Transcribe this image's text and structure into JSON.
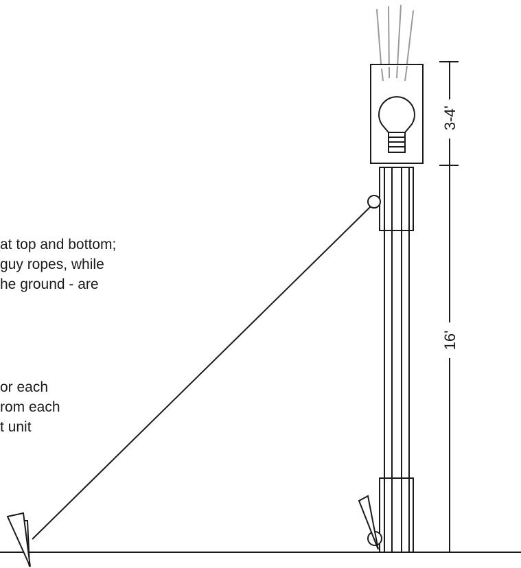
{
  "paragraph_1": {
    "lines": [
      "at top and bottom;",
      "guy ropes, while",
      "he ground - are"
    ]
  },
  "paragraph_2": {
    "lines": [
      "or each",
      "rom each",
      "t unit"
    ]
  },
  "dimensions": {
    "light_housing_height": "3-4'",
    "pole_height": "16'"
  }
}
